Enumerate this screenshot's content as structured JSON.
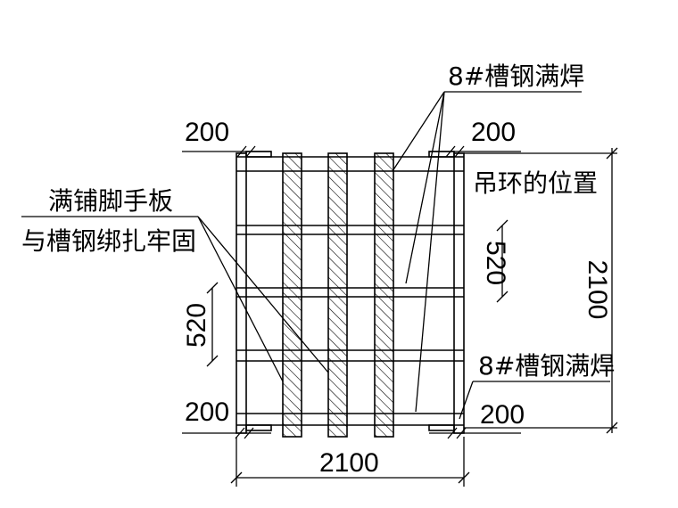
{
  "labels": {
    "channel_weld_top": "8#槽钢满焊",
    "channel_weld_bottom": "8#槽钢满焊",
    "scaffold_board_line1": "满铺脚手板",
    "scaffold_board_line2": "与槽钢绑扎牢固",
    "lifting_ring": "吊环的位置"
  },
  "dimensions": {
    "top_left": "200",
    "top_right": "200",
    "bottom_left": "200",
    "bottom_right": "200",
    "overall_width": "2100",
    "overall_height": "2100",
    "spacing_left": "520",
    "spacing_right": "520"
  },
  "colors": {
    "line": "#000000",
    "background": "#ffffff"
  }
}
